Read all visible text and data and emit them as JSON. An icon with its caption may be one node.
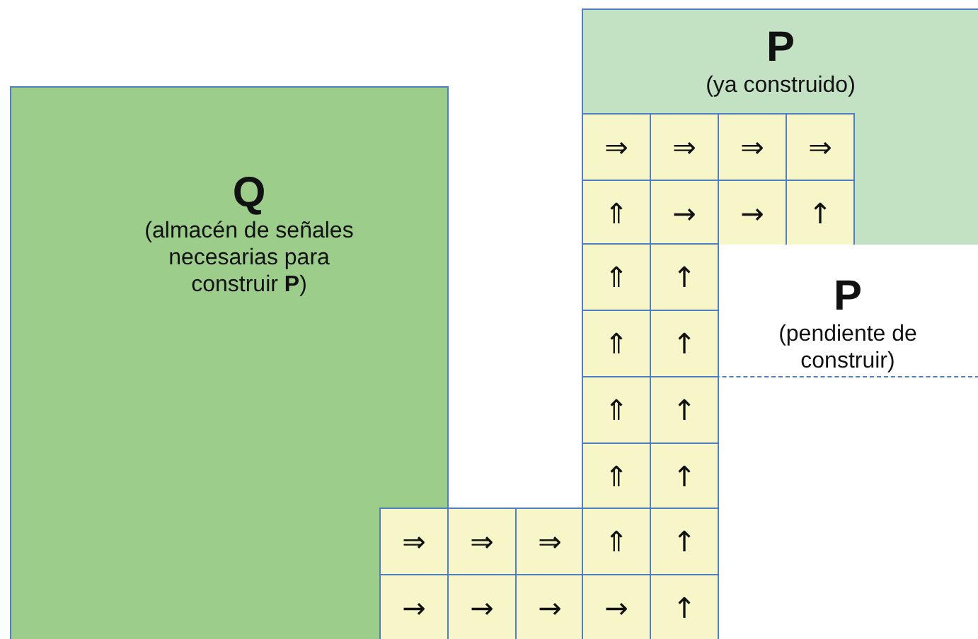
{
  "diagram": {
    "nodes": [
      {
        "text": [
          "P",
          "(ya construido)"
        ]
      },
      {
        "text": [
          "⇒"
        ],
        "in": 0
      },
      {
        "text": [
          "⇒"
        ],
        "in": 0
      },
      {
        "text": [
          "⇒"
        ],
        "in": 0
      },
      {
        "text": [
          "⇒"
        ],
        "in": 0
      },
      {
        "text": [
          "⇑"
        ],
        "in": 0
      },
      {
        "text": [
          "→"
        ],
        "in": 0
      },
      {
        "text": [
          "→"
        ],
        "in": 0
      },
      {
        "text": [
          "↑"
        ],
        "in": 0
      },
      {
        "text": [
          "Q",
          "(almacén de señales necesarias para construir **P**)"
        ]
      },
      {
        "text": [
          "P",
          "(pendiente de construir)"
        ]
      },
      {
        "text": [
          "⇑"
        ],
        "in": 10
      },
      {
        "text": [
          "↑"
        ],
        "in": 10
      },
      {
        "text": [
          "⇑"
        ],
        "in": 10
      },
      {
        "text": [
          "↑"
        ],
        "in": 10
      },
      {
        "text": [
          "⇑"
        ]
      },
      {
        "text": [
          "↑"
        ]
      },
      {
        "text": [
          "⇑"
        ]
      },
      {
        "text": [
          "↑"
        ]
      },
      {
        "text": [
          "⇒"
        ],
        "in": 9
      },
      {
        "text": [
          "⇒"
        ]
      },
      {
        "text": [
          "⇒"
        ]
      },
      {
        "text": [
          "⇑"
        ]
      },
      {
        "text": [
          "↑"
        ]
      },
      {
        "text": [
          "→"
        ],
        "in": 9
      },
      {
        "text": [
          "→"
        ]
      },
      {
        "text": [
          "→"
        ]
      },
      {
        "text": [
          "→"
        ]
      },
      {
        "text": [
          "↑"
        ]
      }
    ],
    "edges": []
  }
}
